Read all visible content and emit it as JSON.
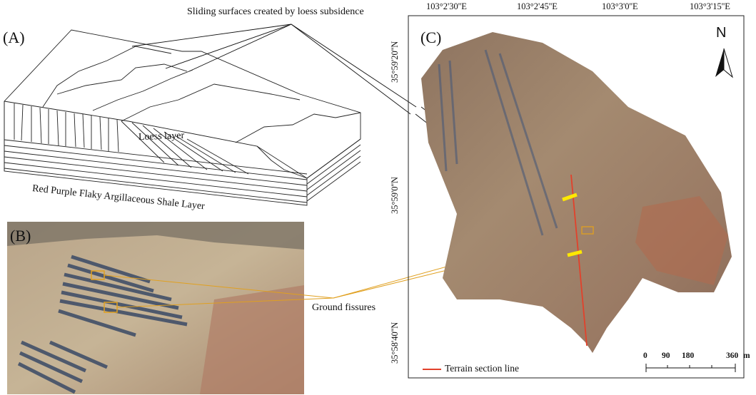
{
  "panels": {
    "a": "(A)",
    "b": "(B)",
    "c": "(C)"
  },
  "captions": {
    "sliding": "Sliding surfaces created by loess subsidence",
    "loess": "Loess layer",
    "shale": "Red Purple Flaky Argillaceous Shale Layer",
    "fissures": "Ground fissures"
  },
  "map": {
    "longitudes": [
      "103°2'30''E",
      "103°2'45''E",
      "103°3'0''E",
      "103°3'15''E"
    ],
    "latitudes": [
      "35°59'20''N",
      "35°59'0''N",
      "35°58'40''N"
    ],
    "north": "N",
    "legend": "Terrain section line",
    "scale": {
      "labels": [
        "0",
        "90",
        "180",
        "360",
        "m"
      ]
    },
    "colors": {
      "section_line": "#e2412b",
      "fissure_box": "#e0a020",
      "marker": "#ffe800"
    }
  }
}
